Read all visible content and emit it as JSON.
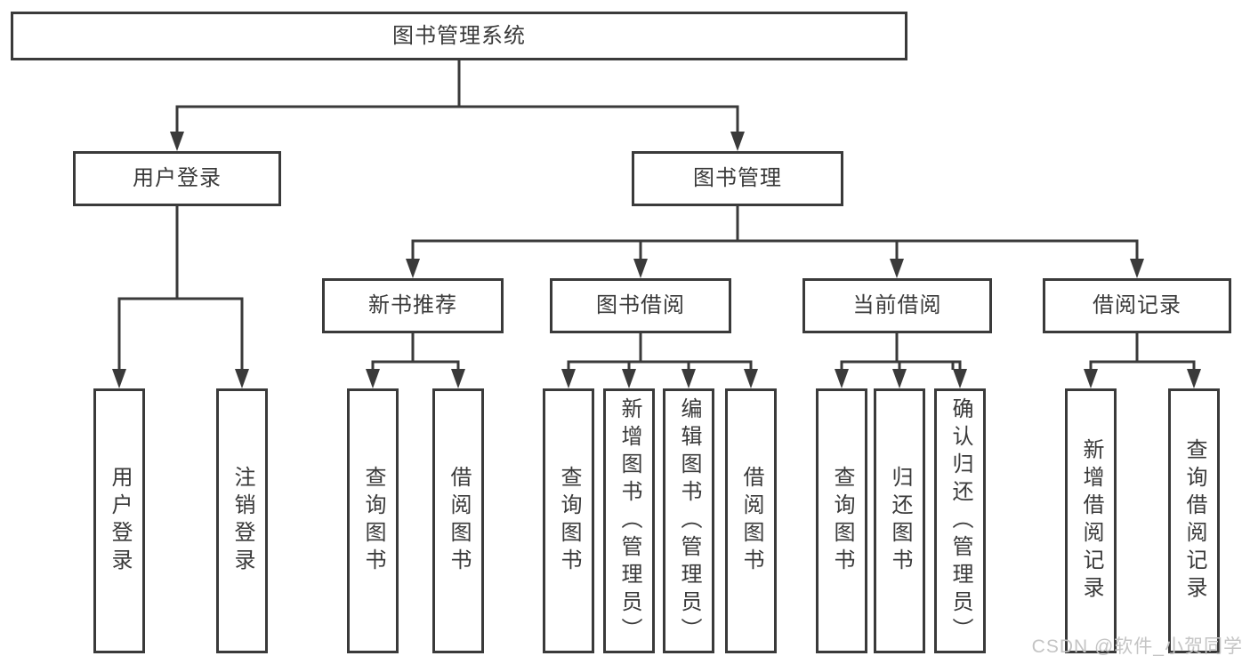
{
  "diagram": {
    "type": "hierarchy-diagram",
    "title": "图书管理系统",
    "branches": [
      {
        "label": "用户登录",
        "children": [
          {
            "label": "用户登录"
          },
          {
            "label": "注销登录"
          }
        ]
      },
      {
        "label": "图书管理",
        "children": [
          {
            "label": "新书推荐",
            "children": [
              {
                "label": "查询图书"
              },
              {
                "label": "借阅图书"
              }
            ]
          },
          {
            "label": "图书借阅",
            "children": [
              {
                "label": "查询图书"
              },
              {
                "label": "新增图书（管理员）"
              },
              {
                "label": "编辑图书（管理员）"
              },
              {
                "label": "借阅图书"
              }
            ]
          },
          {
            "label": "当前借阅",
            "children": [
              {
                "label": "查询图书"
              },
              {
                "label": "归还图书"
              },
              {
                "label": "确认归还（管理员）"
              }
            ]
          },
          {
            "label": "借阅记录",
            "children": [
              {
                "label": "新增借阅记录"
              },
              {
                "label": "查询借阅记录"
              }
            ]
          }
        ]
      }
    ]
  },
  "watermark": {
    "text": "CSDN @软件_小贺同学"
  },
  "colors": {
    "line": "#3a3a3a",
    "text": "#3a3a3a",
    "watermark": "#c4c4c4",
    "background": "#ffffff"
  }
}
